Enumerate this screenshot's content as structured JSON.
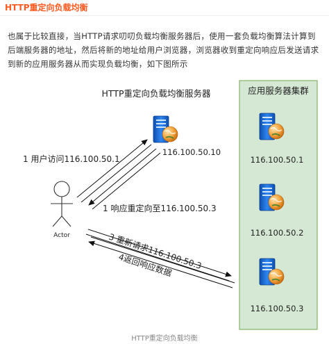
{
  "article": {
    "title": "HTTP重定向负载均衡",
    "paragraph": "也属于比较直接，当HTTP请求叨叨负载均衡服务器后，使用一套负载均衡算法计算到后端服务器的地址，然后将新的地址给用户浏览器，浏览器收到重定向响应后发送请求到新的应用服务器从而实现负载均衡，如下图所示",
    "caption": "HTTP重定向负载均衡"
  },
  "diagram": {
    "lb_title": "HTTP重定向负载均衡服务器",
    "lb_ip": "116.100.50.10",
    "actor_label": "Actor",
    "cluster_title": "应用服务器集群",
    "servers": [
      {
        "ip": "116.100.50.1"
      },
      {
        "ip": "116.100.50.2"
      },
      {
        "ip": "116.100.50.3"
      }
    ],
    "arrows": {
      "step1": "1 用户访问116.100.50.1",
      "step2": "1 响应重定向至116.100.50.3",
      "step3": "3 重新请求116.100.50.3",
      "step4": "4返回响应数据"
    },
    "colors": {
      "cluster_fill": "#d5e8d4",
      "cluster_border": "#82b366",
      "server_blue": "#1e6fd9",
      "globe_orange": "#f2a23a",
      "title_orange": "#ff5a1f"
    }
  }
}
